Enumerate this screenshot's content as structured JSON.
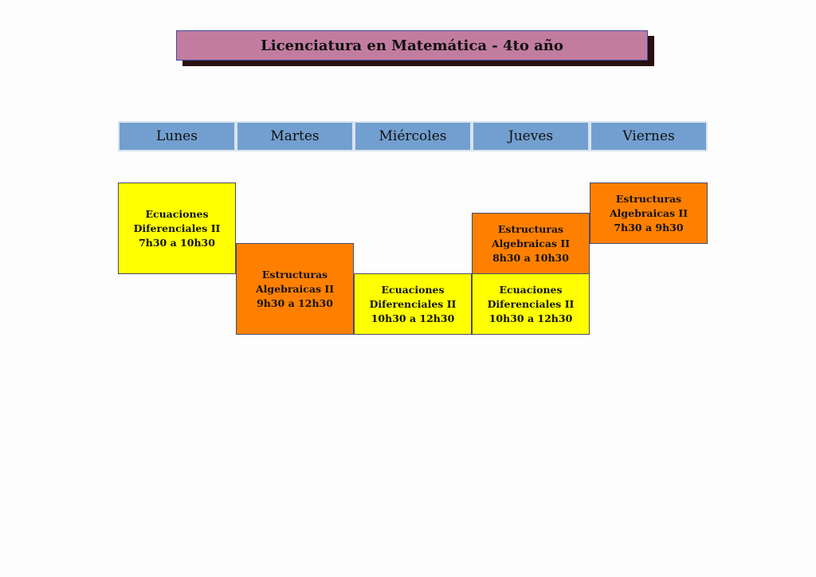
{
  "title": "Licenciatura en Matemática - 4to año",
  "days": [
    "Lunes",
    "Martes",
    "Miércoles",
    "Jueves",
    "Viernes"
  ],
  "colors": {
    "title_bg": "#c27ca0",
    "header_bg": "#729fcf",
    "ecuaciones": "#ffff00",
    "estructuras": "#ff8000"
  },
  "schedule": {
    "lunes_ecuaciones": {
      "line1": "Ecuaciones",
      "line2": "Diferenciales II",
      "time": "7h30 a 10h30"
    },
    "martes_estructuras": {
      "line1": "Estructuras",
      "line2": "Algebraicas II",
      "time": "9h30 a 12h30"
    },
    "miercoles_ecuaciones": {
      "line1": "Ecuaciones",
      "line2": "Diferenciales II",
      "time": "10h30 a 12h30"
    },
    "jueves_estructuras": {
      "line1": "Estructuras",
      "line2": "Algebraicas II",
      "time": "8h30 a 10h30"
    },
    "jueves_ecuaciones": {
      "line1": "Ecuaciones",
      "line2": "Diferenciales II",
      "time": "10h30 a 12h30"
    },
    "viernes_estructuras": {
      "line1": "Estructuras",
      "line2": "Algebraicas II",
      "time": "7h30 a 9h30"
    }
  }
}
